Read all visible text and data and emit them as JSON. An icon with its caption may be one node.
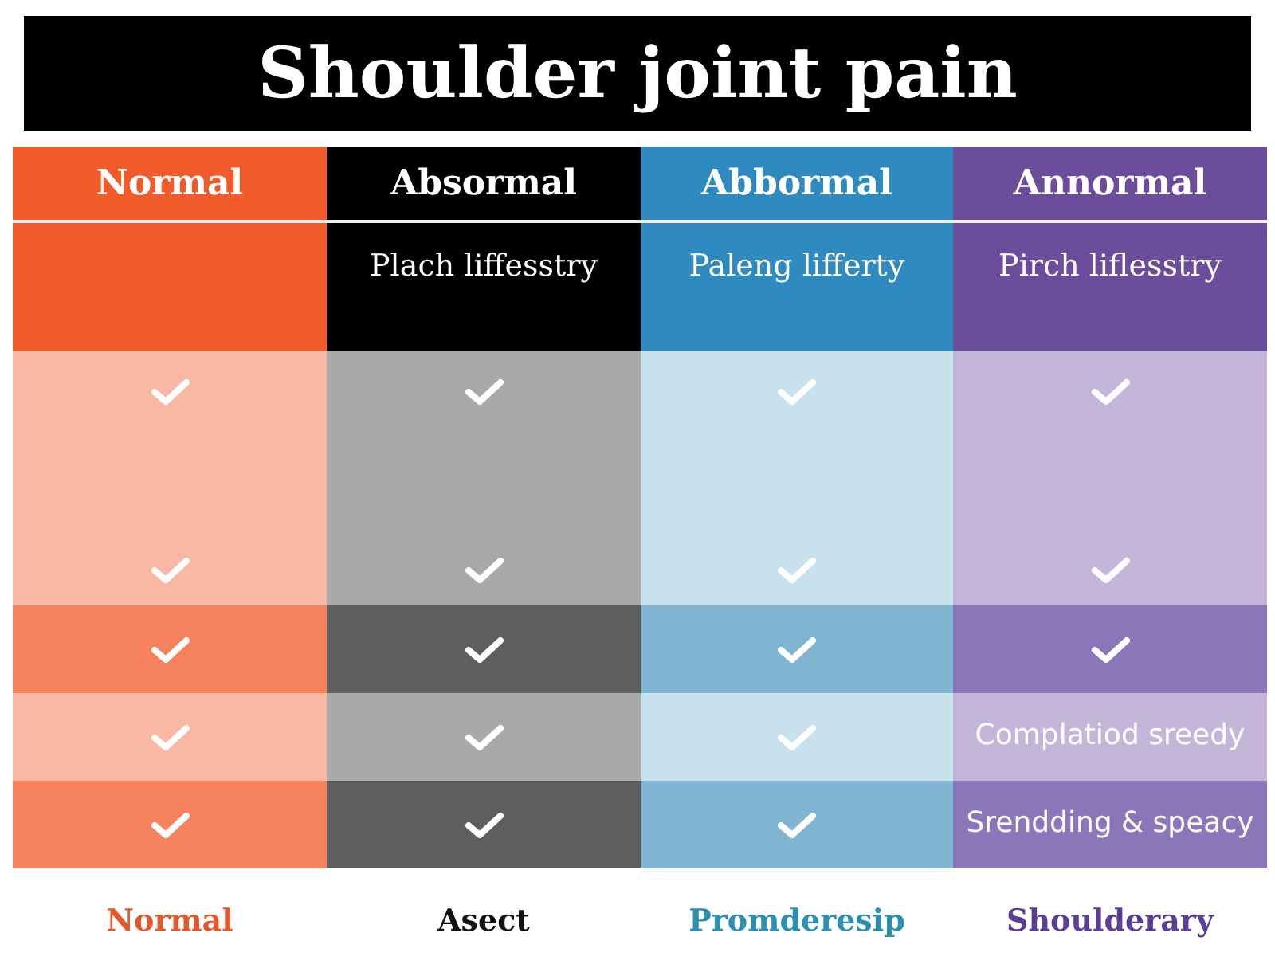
{
  "diagram": {
    "title": "Shoulder joint pain",
    "labels": [
      "Normal",
      "Absormal",
      "Abbormal",
      "Annormal",
      "Plach liffesstry",
      "Paleng lifferty",
      "Pirch liflesstry",
      "Complatiod sreedy",
      "Srendding & speacy",
      "Normal",
      "Asect",
      "Promderesip",
      "Shoulderary"
    ]
  }
}
